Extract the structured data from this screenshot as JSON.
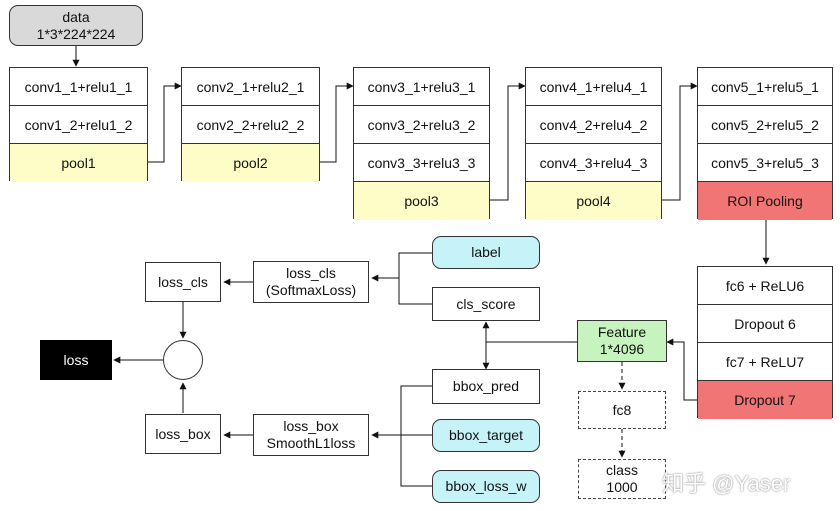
{
  "input": {
    "label": "data\n1*3*224*224"
  },
  "stages": [
    {
      "layers": [
        "conv1_1+relu1_1",
        "conv1_2+relu1_2",
        "pool1"
      ]
    },
    {
      "layers": [
        "conv2_1+relu2_1",
        "conv2_2+relu2_2",
        "pool2"
      ]
    },
    {
      "layers": [
        "conv3_1+relu3_1",
        "conv3_2+relu3_2",
        "conv3_3+relu3_3",
        "pool3"
      ]
    },
    {
      "layers": [
        "conv4_1+relu4_1",
        "conv4_2+relu4_2",
        "conv4_3+relu4_3",
        "pool4"
      ]
    },
    {
      "layers": [
        "conv5_1+relu5_1",
        "conv5_2+relu5_2",
        "conv5_3+relu5_3",
        "ROI Pooling"
      ]
    }
  ],
  "fc_stack": [
    "fc6 + ReLU6",
    "Dropout 6",
    "fc7 + ReLU7",
    "Dropout 7"
  ],
  "feature": "Feature\n1*4096",
  "fc8": "fc8",
  "class_box": "class\n1000",
  "label": "label",
  "cls_score": "cls_score",
  "bbox_pred": "bbox_pred",
  "bbox_target": "bbox_target",
  "bbox_loss_w": "bbox_loss_w",
  "loss_cls_op": "loss_cls\n(SoftmaxLoss)",
  "loss_box_op": "loss_box\nSmoothL1loss",
  "loss_cls": "loss_cls",
  "loss_box": "loss_box",
  "loss": "loss",
  "watermark": "知乎 @Yaser",
  "colors": {
    "pool": "#fefdc8",
    "roi": "#f27575",
    "blob": "#c6f3f8",
    "feature": "#c7f4be",
    "data": "#d9d9d9",
    "loss": "#000000"
  }
}
